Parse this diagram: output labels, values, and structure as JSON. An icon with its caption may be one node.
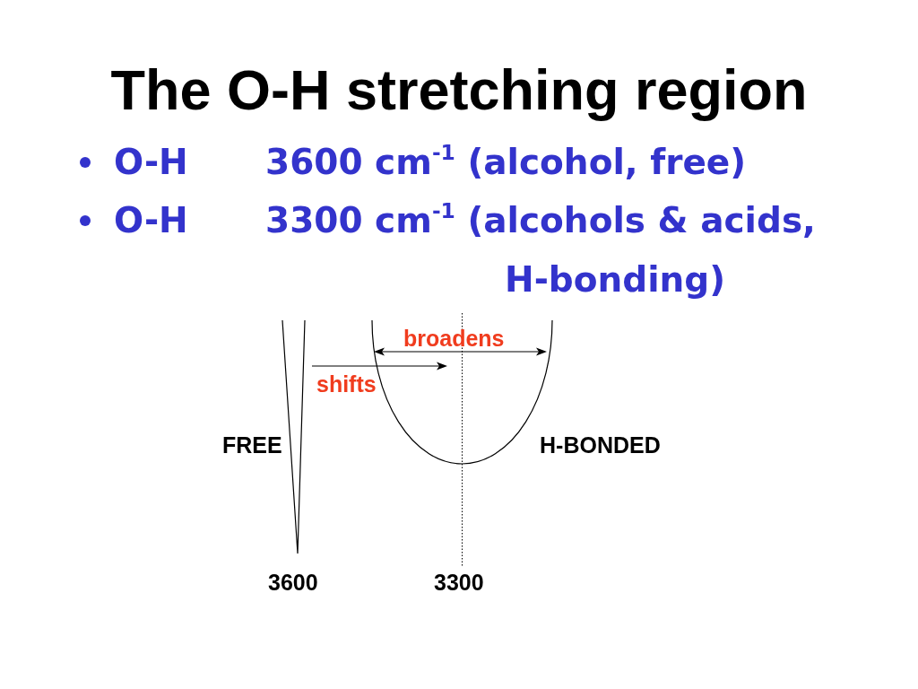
{
  "diagram": {
    "title": "The O-H stretching region",
    "labels": [
      "O-H",
      "3600 cm$^{-1}$ (alcohol, free)",
      "O-H",
      "3300 cm$^{-1}$ (alcohols & acids, H-bonding)",
      "broadens",
      "shifts",
      "FREE",
      "H-BONDED",
      "3600",
      "3300"
    ]
  }
}
